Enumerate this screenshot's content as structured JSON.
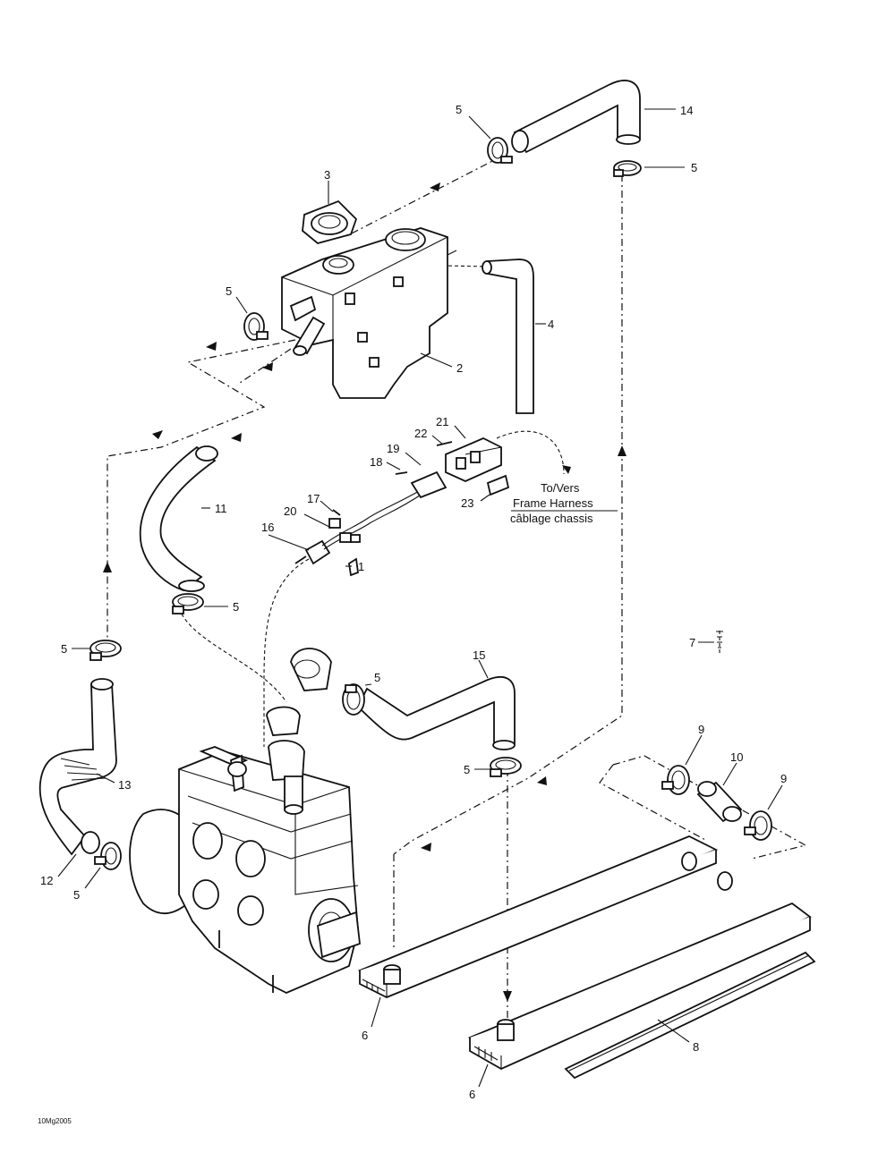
{
  "callouts": [
    "1",
    "2",
    "3",
    "4",
    "5",
    "6",
    "7",
    "8",
    "9",
    "10",
    "11",
    "12",
    "13",
    "14",
    "15",
    "16",
    "17",
    "18",
    "19",
    "20",
    "21",
    "22",
    "23"
  ],
  "note": {
    "line1": "To/Vers",
    "line2": "Frame Harness",
    "line3": "câblage chassis"
  },
  "figure_code": "10Mg2005"
}
